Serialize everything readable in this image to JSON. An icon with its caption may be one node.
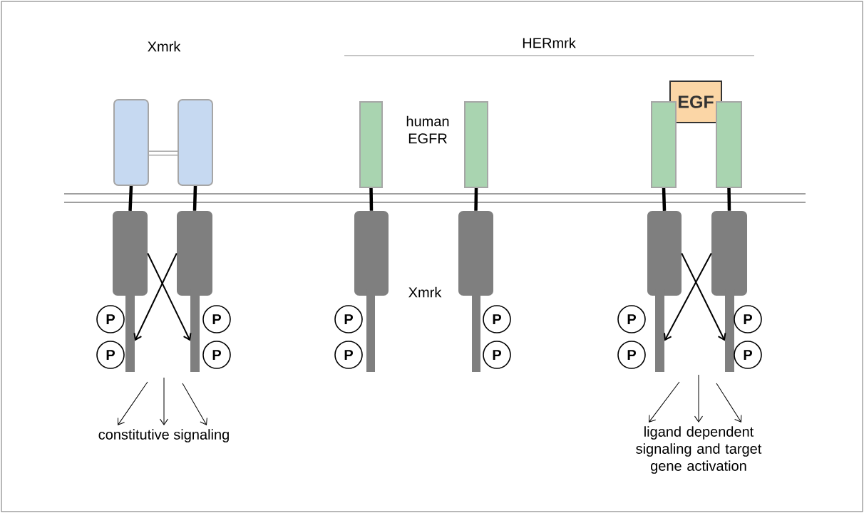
{
  "diagram": {
    "nodes": [
      {
        "text": [],
        "shape": "box"
      },
      {
        "text": [],
        "shape": "box"
      },
      {
        "text": [],
        "shape": "box"
      },
      {
        "text": [],
        "shape": "box"
      },
      {
        "text": [],
        "shape": "bar"
      },
      {
        "text": [],
        "shape": "bar"
      },
      {
        "text": [
          "P"
        ]
      },
      {
        "text": [
          "P"
        ]
      },
      {
        "text": [
          "P"
        ]
      },
      {
        "text": [
          "P"
        ]
      },
      {
        "text": [
          "constitutive signaling"
        ]
      },
      {
        "text": [],
        "shape": "box"
      },
      {
        "text": [],
        "shape": "box"
      },
      {
        "text": [],
        "shape": "box"
      },
      {
        "text": [],
        "shape": "box"
      },
      {
        "text": [],
        "shape": "bar"
      },
      {
        "text": [],
        "shape": "bar"
      },
      {
        "text": [
          "P"
        ]
      },
      {
        "text": [
          "P"
        ]
      },
      {
        "text": [
          "P"
        ]
      },
      {
        "text": [
          "P"
        ]
      },
      {
        "text": [
          "EGF"
        ]
      },
      {
        "text": [],
        "shape": "box"
      },
      {
        "text": [],
        "shape": "box"
      },
      {
        "text": [],
        "shape": "box"
      },
      {
        "text": [],
        "shape": "box"
      },
      {
        "text": [],
        "shape": "bar"
      },
      {
        "text": [],
        "shape": "bar"
      },
      {
        "text": [
          "P"
        ]
      },
      {
        "text": [
          "P"
        ]
      },
      {
        "text": [
          "P"
        ]
      },
      {
        "text": [
          "P"
        ]
      },
      {
        "text": [
          "ligand dependent signaling and target gene activation"
        ]
      }
    ],
    "edges": [
      {
        "from": 0,
        "to": 1,
        "arrow": "none",
        "style": "thick",
        "color": "#a6a6a6"
      },
      {
        "from": 0,
        "to": 2,
        "arrow": "none",
        "style": "thick"
      },
      {
        "from": 1,
        "to": 3,
        "arrow": "none",
        "style": "thick"
      },
      {
        "from": 2,
        "to": 5,
        "arrow": "to"
      },
      {
        "from": 3,
        "to": 4,
        "arrow": "to"
      },
      {
        "from": null,
        "to": 10,
        "arrow": "to"
      },
      {
        "from": null,
        "to": 10,
        "arrow": "to"
      },
      {
        "from": null,
        "to": 10,
        "arrow": "to"
      },
      {
        "from": 11,
        "to": 13,
        "arrow": "none",
        "style": "thick"
      },
      {
        "from": 12,
        "to": 14,
        "arrow": "none",
        "style": "thick"
      },
      {
        "from": 22,
        "to": 24,
        "arrow": "none",
        "style": "thick"
      },
      {
        "from": 23,
        "to": 25,
        "arrow": "none",
        "style": "thick"
      },
      {
        "from": 24,
        "to": 27,
        "arrow": "to"
      },
      {
        "from": 25,
        "to": 26,
        "arrow": "to"
      },
      {
        "from": null,
        "to": 32,
        "arrow": "to"
      },
      {
        "from": null,
        "to": 32,
        "arrow": "to"
      },
      {
        "from": null,
        "to": 32,
        "arrow": "to"
      }
    ],
    "labels": [
      "Xmrk",
      "HERmrk",
      "human EGFR",
      "Xmrk"
    ]
  }
}
